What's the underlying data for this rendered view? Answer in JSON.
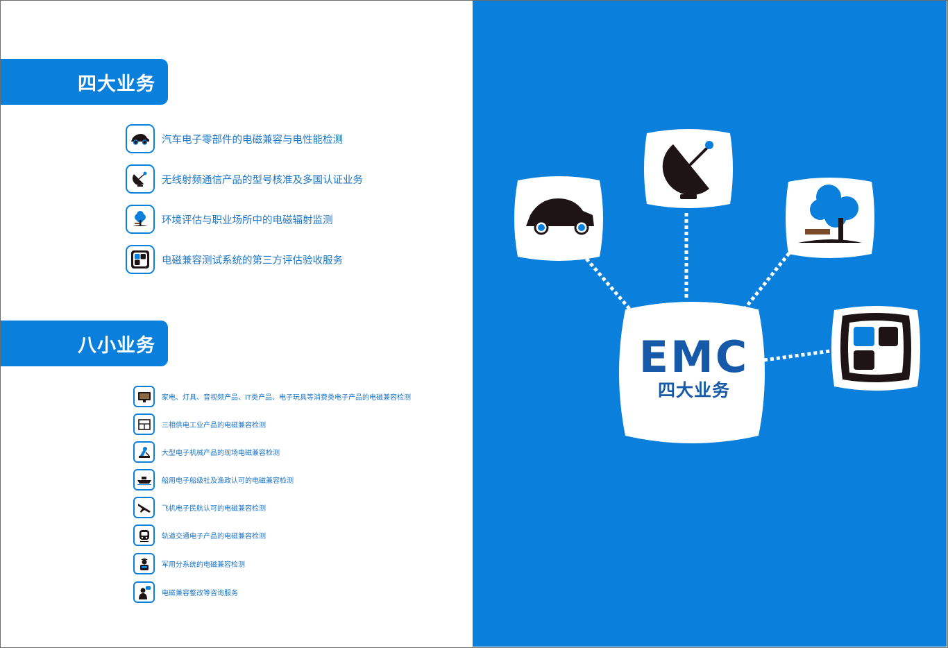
{
  "left": {
    "four_title": "四大业务",
    "eight_title": "八小业务",
    "major_items": [
      {
        "label": "汽车电子零部件的电磁兼容与电性能检测",
        "icon": "car-icon"
      },
      {
        "label": "无线射频通信产品的型号核准及多国认证业务",
        "icon": "satellite-dish-icon"
      },
      {
        "label": "环境评估与职业场所中的电磁辐射监测",
        "icon": "tree-icon"
      },
      {
        "label": "电磁兼容测试系统的第三方评估验收服务",
        "icon": "test-system-icon"
      }
    ],
    "minor_items": [
      {
        "label": "家电、灯具、音视频产品、IT类产品、电子玩具等消费类电子产品的电磁兼容检测",
        "icon": "monitor-icon"
      },
      {
        "label": "三相供电工业产品的电磁兼容检测",
        "icon": "cabinet-icon"
      },
      {
        "label": "大型电子机械产品的现场电磁兼容检测",
        "icon": "machinery-icon"
      },
      {
        "label": "船用电子船级社及渔政认可的电磁兼容检测",
        "icon": "ship-icon"
      },
      {
        "label": "飞机电子民航认可的电磁兼容检测",
        "icon": "airplane-icon"
      },
      {
        "label": "轨道交通电子产品的电磁兼容检测",
        "icon": "train-icon"
      },
      {
        "label": "军用分系统的电磁兼容检测",
        "icon": "soldier-icon"
      },
      {
        "label": "电磁兼容整改等咨询服务",
        "icon": "consultant-icon"
      }
    ]
  },
  "right": {
    "hub_title": "EMC",
    "hub_subtitle": "四大业务",
    "badges": [
      "car-icon",
      "satellite-dish-icon",
      "tree-icon",
      "test-system-icon"
    ]
  },
  "colors": {
    "brand_blue": "#0a80dc",
    "text_blue": "#1d75c4",
    "hub_text": "#1559a8",
    "icon_dark": "#1e1415"
  }
}
